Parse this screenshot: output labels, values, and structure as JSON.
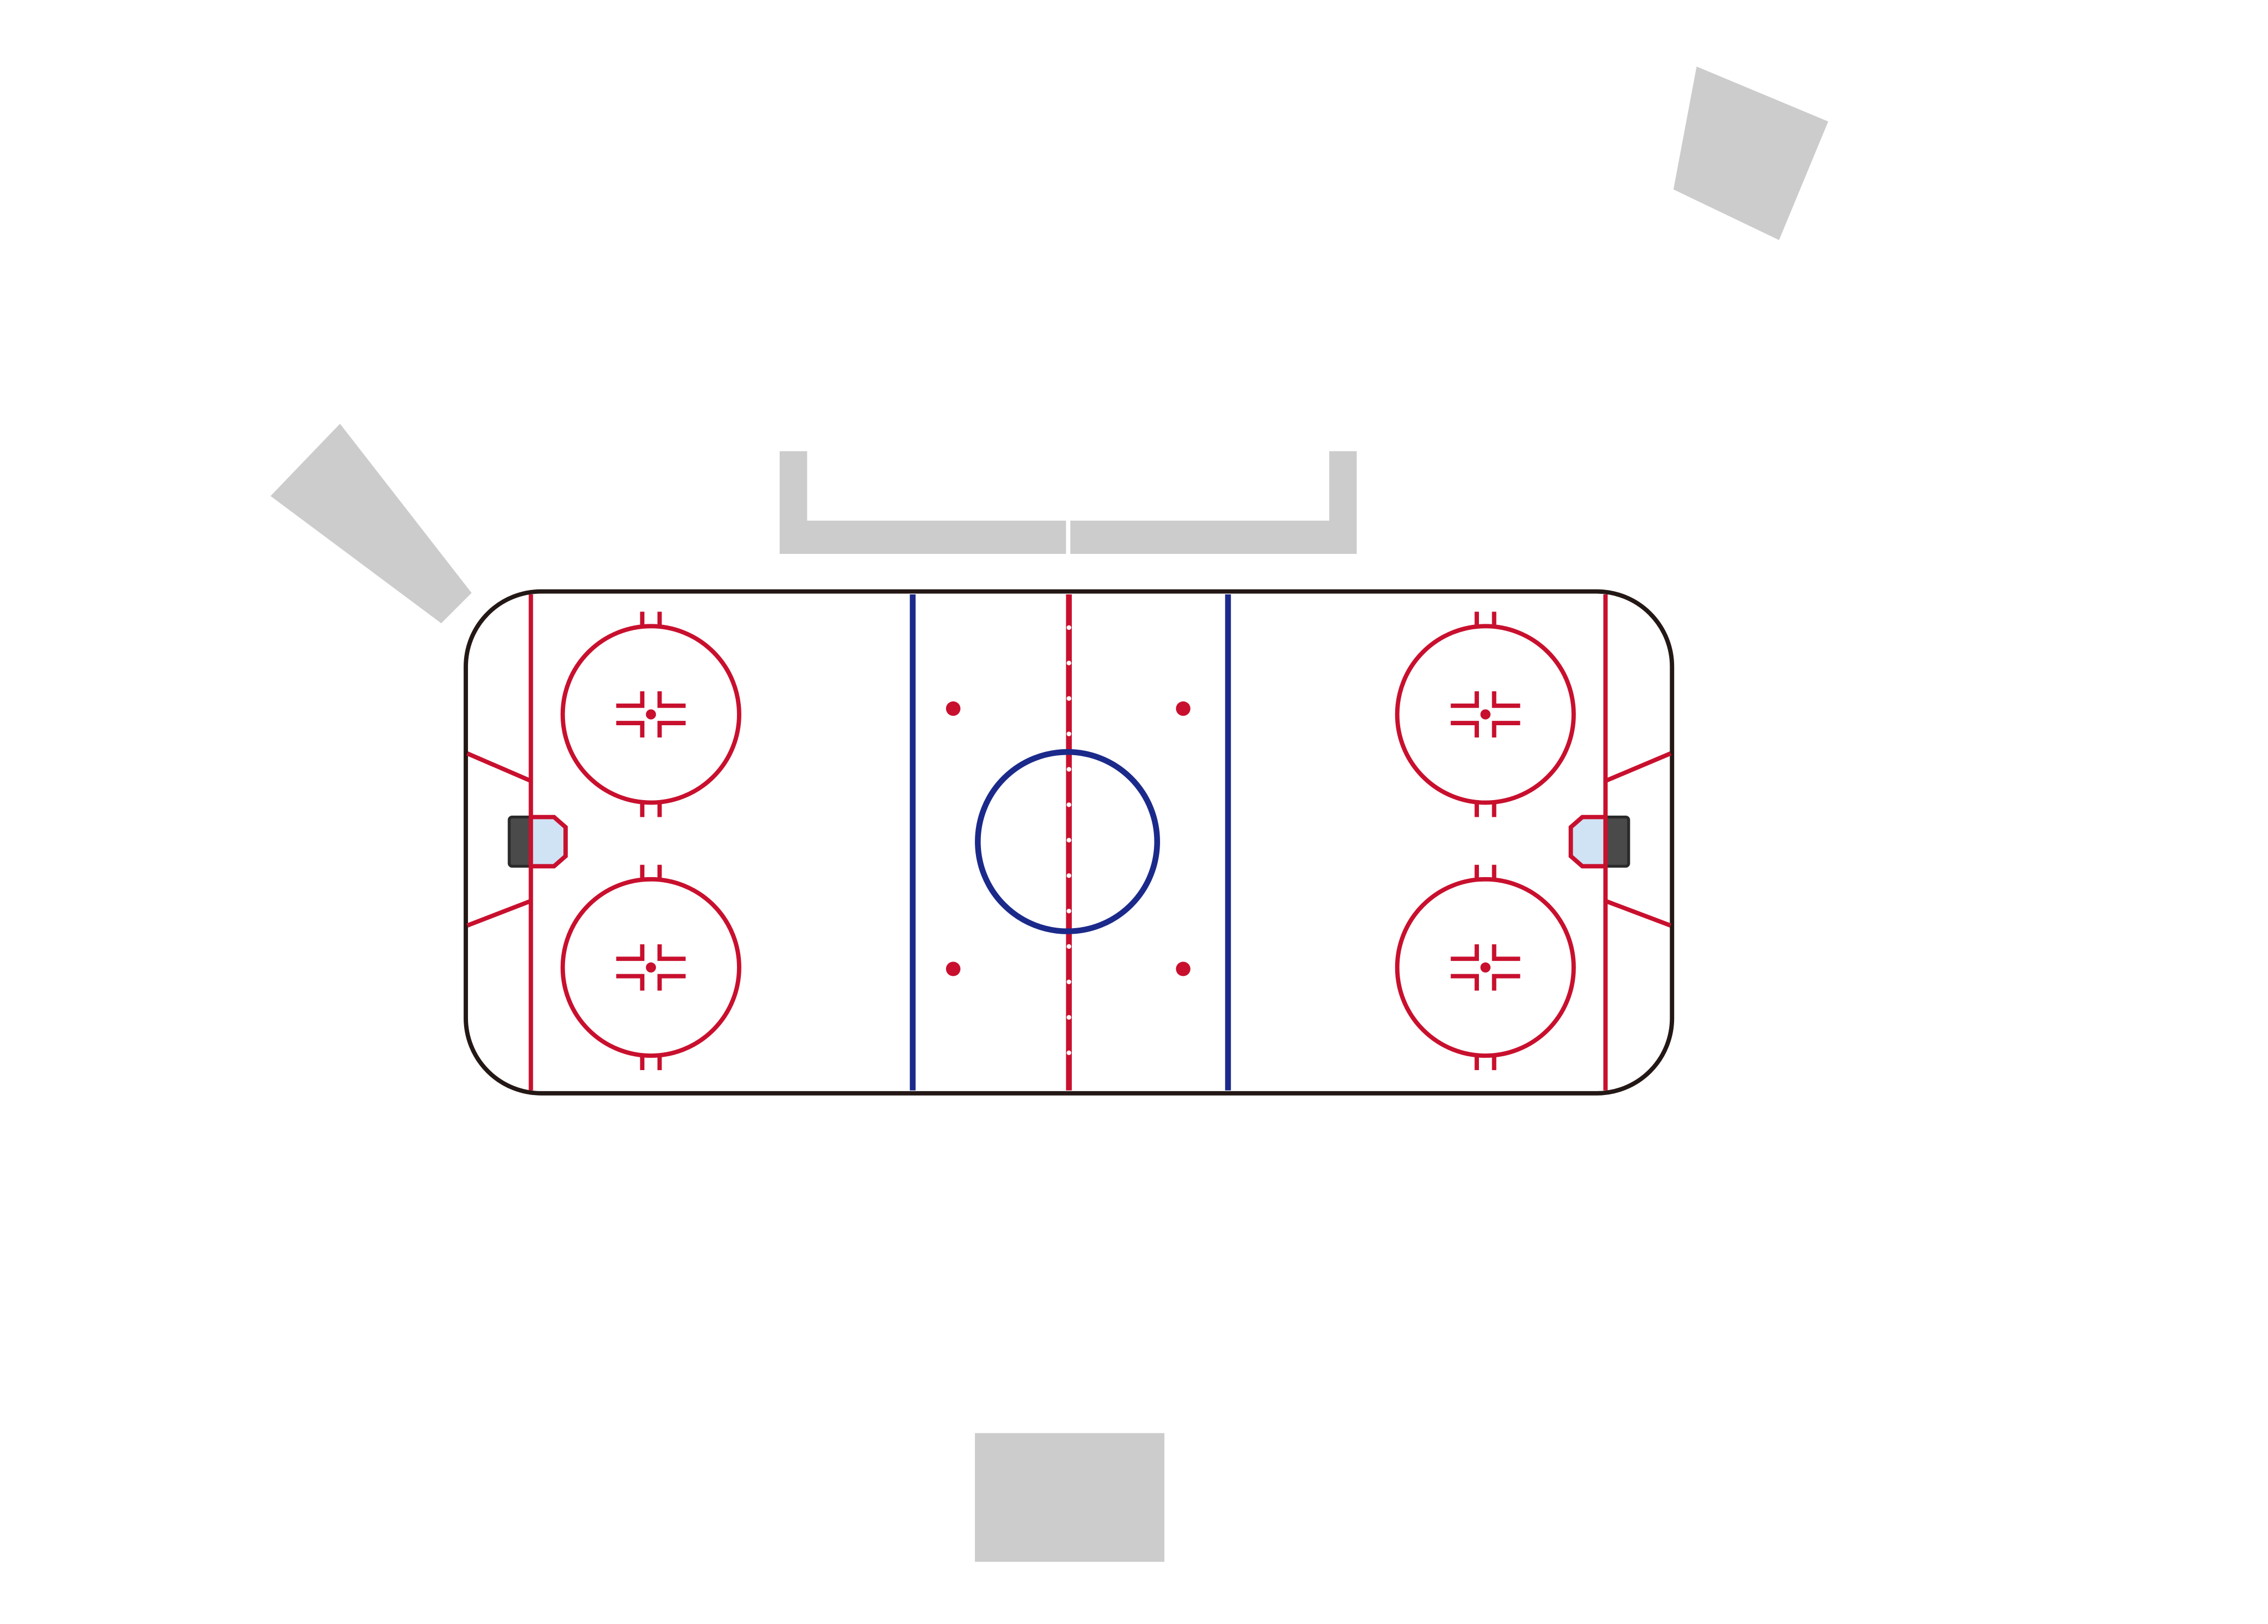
{
  "diagram": {
    "kind": "ice-hockey-rink-with-stands",
    "colors": {
      "background": "#ffffff",
      "boards": "#231815",
      "red_line": "#c8102e",
      "blue_line": "#1b2a8a",
      "stand": "#cccccc",
      "goal_net": "#4a4a4a",
      "crease": "#cfe3f5",
      "dot_on_line": "#ffffff"
    },
    "icons": {
      "faceoff_circle": "faceoff-circle-icon",
      "faceoff_dot": "faceoff-dot-icon",
      "goal": "goal-net-icon",
      "stand": "seating-stand-icon"
    },
    "elements": {
      "stands": [
        "top-left-stand",
        "top-center-stand",
        "top-right-stand",
        "bottom-center-stand"
      ],
      "zones": [
        "left-defending-zone",
        "neutral-zone",
        "right-defending-zone"
      ],
      "faceoff_circle_count": 5,
      "neutral_dot_count": 4
    }
  }
}
